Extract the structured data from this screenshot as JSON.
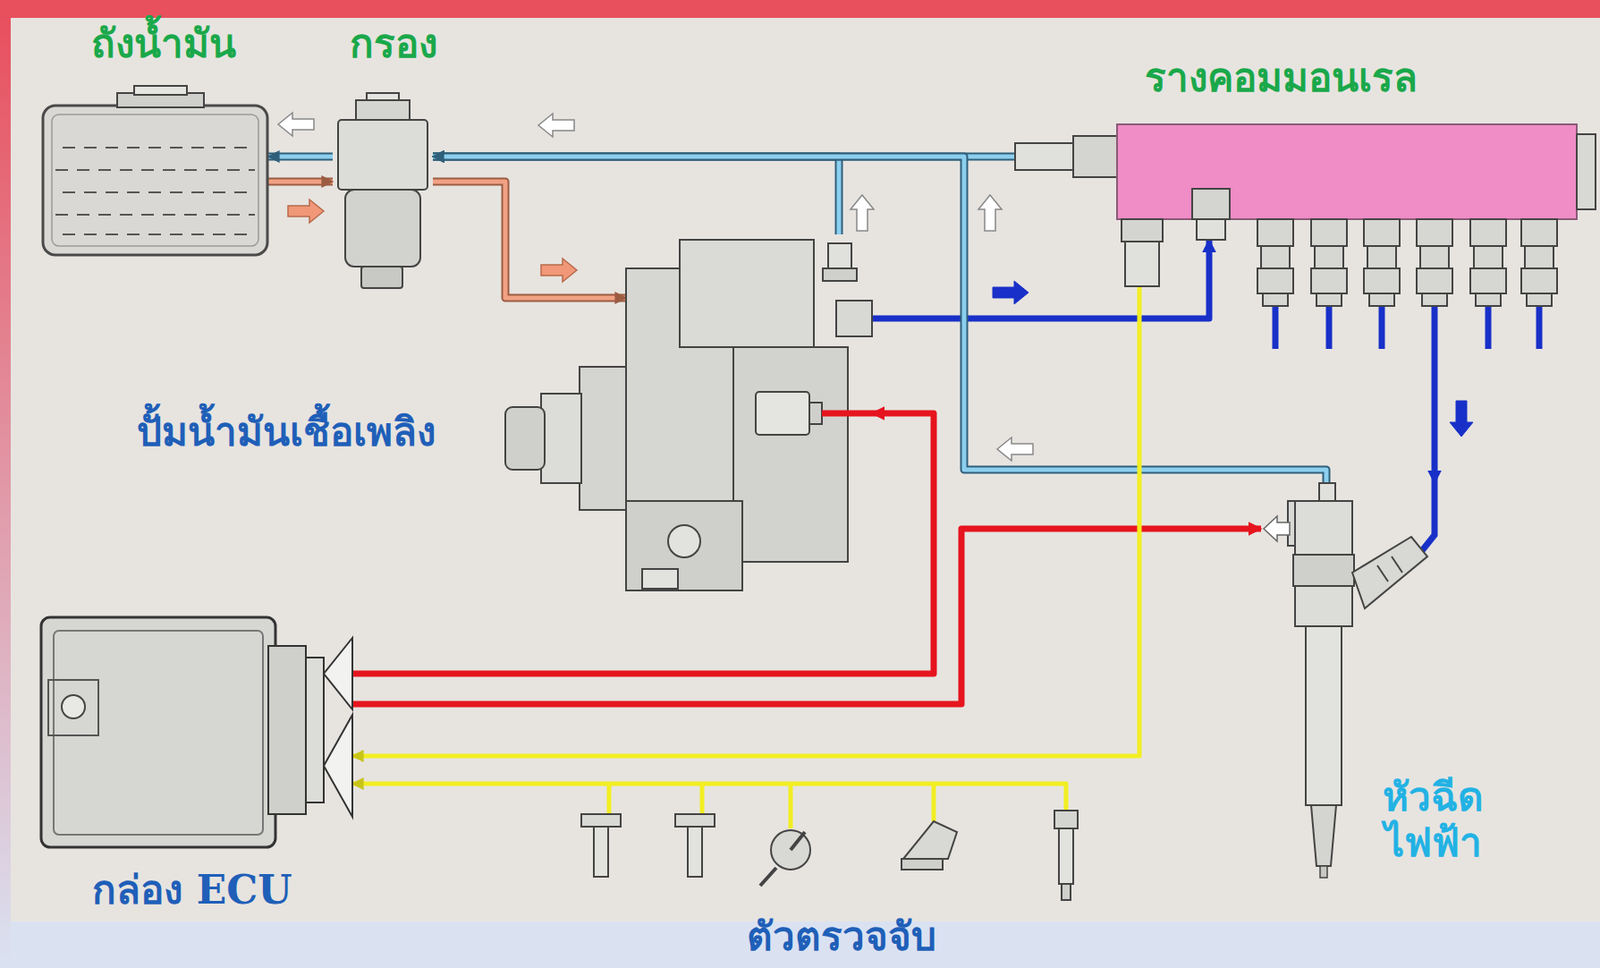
{
  "diagram": {
    "nodes": [
      {
        "text": [
          "ถังน้ำมัน"
        ]
      },
      {
        "text": [
          "กรอง"
        ]
      },
      {
        "text": [
          "รางคอมมอนเรล"
        ]
      },
      {
        "text": [
          "ปั้มน้ำมันเชื้อเพลิง"
        ]
      },
      {
        "text": [
          "หัวฉีด ไฟฟ้า"
        ]
      },
      {
        "text": [
          "กล่อง ECU"
        ]
      },
      {
        "text": [
          "ตัวตรวจจับ"
        ]
      }
    ],
    "edges": [
      {
        "from": 0,
        "to": 1,
        "arrow": "to"
      },
      {
        "from": 1,
        "to": 0,
        "arrow": "to"
      },
      {
        "from": 1,
        "to": 3,
        "arrow": "to"
      },
      {
        "from": 3,
        "to": 2,
        "arrow": "to"
      },
      {
        "from": 2,
        "to": 4,
        "arrow": "to"
      },
      {
        "from": 3,
        "to": 1,
        "arrow": "to"
      },
      {
        "from": 2,
        "to": 1,
        "arrow": "to"
      },
      {
        "from": 4,
        "to": 1,
        "arrow": "to"
      },
      {
        "from": 5,
        "to": 3,
        "arrow": "to"
      },
      {
        "from": 5,
        "to": 4,
        "arrow": "to"
      },
      {
        "from": 2,
        "to": 5,
        "arrow": "to"
      },
      {
        "from": 6,
        "to": 5,
        "arrow": "to"
      }
    ]
  }
}
